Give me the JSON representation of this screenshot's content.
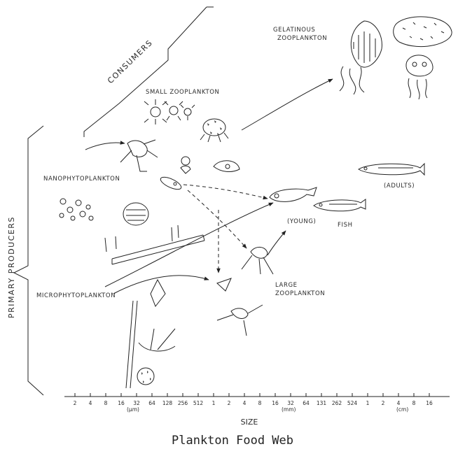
{
  "caption": "Plankton Food Web",
  "labels": {
    "consumers": "CONSUMERS",
    "primary_producers": "PRIMARY   PRODUCERS",
    "gelatinous_1": "GELATINOUS",
    "gelatinous_2": "ZOOPLANKTON",
    "small_zooplankton": "SMALL ZOOPLANKTON",
    "nanophytoplankton": "NANOPHYTOPLANKTON",
    "microphytoplankton": "MICROPHYTOPLANKTON",
    "large_1": "LARGE",
    "large_2": "ZOOPLANKTON",
    "adults": "(ADULTS)",
    "young": "(YOUNG)",
    "fish": "FISH"
  },
  "axis": {
    "title": "SIZE",
    "ticks": [
      "2",
      "4",
      "8",
      "16",
      "32",
      "64",
      "128",
      "256",
      "512",
      "1",
      "2",
      "4",
      "8",
      "16",
      "32",
      "64",
      "131",
      "262",
      "524",
      "1",
      "2",
      "4",
      "8",
      "16"
    ],
    "unit_um": "(μm)",
    "unit_mm": "(mm)",
    "unit_cm": "(cm)"
  }
}
